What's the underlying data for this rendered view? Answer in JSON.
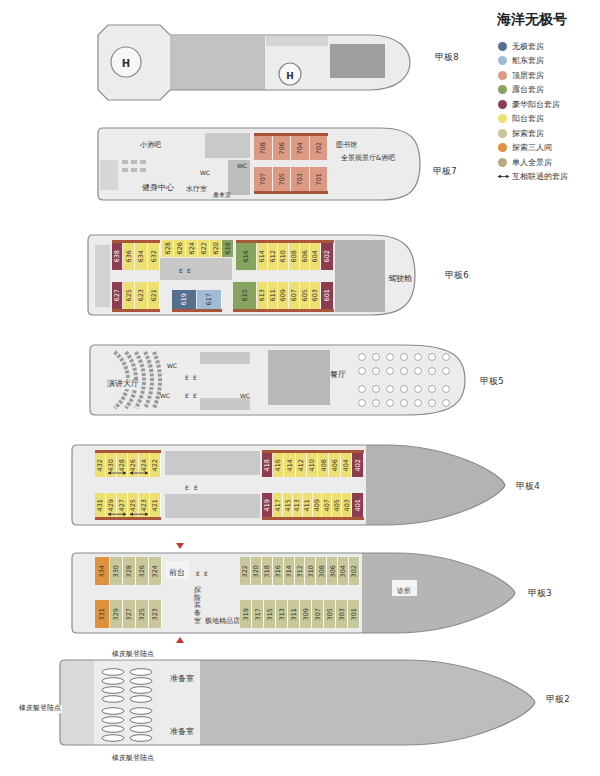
{
  "diagram": {
    "title": "海洋无极号",
    "nodes": [
      {
        "text": [
          "甲板8"
        ]
      },
      {
        "text": [
          "甲板7"
        ]
      },
      {
        "text": [
          "708"
        ],
        "in": 1
      },
      {
        "text": [
          "706"
        ],
        "in": 1
      },
      {
        "text": [
          "704"
        ],
        "in": 1
      },
      {
        "text": [
          "702"
        ],
        "in": 1
      },
      {
        "text": [
          "707"
        ],
        "in": 1
      },
      {
        "text": [
          "705"
        ],
        "in": 1
      },
      {
        "text": [
          "703"
        ],
        "in": 1
      },
      {
        "text": [
          "701"
        ],
        "in": 1
      },
      {
        "text": [
          "甲板6"
        ]
      },
      {
        "text": [
          "638"
        ],
        "in": 10
      },
      {
        "text": [
          "636"
        ],
        "in": 10
      },
      {
        "text": [
          "634"
        ],
        "in": 10
      },
      {
        "text": [
          "632"
        ],
        "in": 10
      },
      {
        "text": [
          "628"
        ],
        "in": 10
      },
      {
        "text": [
          "626"
        ],
        "in": 10
      },
      {
        "text": [
          "624"
        ],
        "in": 10
      },
      {
        "text": [
          "622"
        ],
        "in": 10
      },
      {
        "text": [
          "620"
        ],
        "in": 10
      },
      {
        "text": [
          "618"
        ],
        "in": 10
      },
      {
        "text": [
          "616"
        ],
        "in": 10
      },
      {
        "text": [
          "614"
        ],
        "in": 10
      },
      {
        "text": [
          "612"
        ],
        "in": 10
      },
      {
        "text": [
          "610"
        ],
        "in": 10
      },
      {
        "text": [
          "608"
        ],
        "in": 10
      },
      {
        "text": [
          "606"
        ],
        "in": 10
      },
      {
        "text": [
          "604"
        ],
        "in": 10
      },
      {
        "text": [
          "602"
        ],
        "in": 10
      },
      {
        "text": [
          "627"
        ],
        "in": 10
      },
      {
        "text": [
          "625"
        ],
        "in": 10
      },
      {
        "text": [
          "623"
        ],
        "in": 10
      },
      {
        "text": [
          "621"
        ],
        "in": 10
      },
      {
        "text": [
          "619"
        ],
        "in": 10
      },
      {
        "text": [
          "617"
        ],
        "in": 10
      },
      {
        "text": [
          "615"
        ],
        "in": 10
      },
      {
        "text": [
          "613"
        ],
        "in": 10
      },
      {
        "text": [
          "611"
        ],
        "in": 10
      },
      {
        "text": [
          "609"
        ],
        "in": 10
      },
      {
        "text": [
          "607"
        ],
        "in": 10
      },
      {
        "text": [
          "605"
        ],
        "in": 10
      },
      {
        "text": [
          "603"
        ],
        "in": 10
      },
      {
        "text": [
          "601"
        ],
        "in": 10
      },
      {
        "text": [
          "甲板5"
        ]
      },
      {
        "text": [
          "甲板4"
        ]
      },
      {
        "text": [
          "432"
        ],
        "in": 44
      },
      {
        "text": [
          "430"
        ],
        "in": 44
      },
      {
        "text": [
          "428"
        ],
        "in": 44
      },
      {
        "text": [
          "426"
        ],
        "in": 44
      },
      {
        "text": [
          "424"
        ],
        "in": 44
      },
      {
        "text": [
          "422"
        ],
        "in": 44
      },
      {
        "text": [
          "418"
        ],
        "in": 44
      },
      {
        "text": [
          "416"
        ],
        "in": 44
      },
      {
        "text": [
          "414"
        ],
        "in": 44
      },
      {
        "text": [
          "412"
        ],
        "in": 44
      },
      {
        "text": [
          "410"
        ],
        "in": 44
      },
      {
        "text": [
          "408"
        ],
        "in": 44
      },
      {
        "text": [
          "406"
        ],
        "in": 44
      },
      {
        "text": [
          "404"
        ],
        "in": 44
      },
      {
        "text": [
          "402"
        ],
        "in": 44
      },
      {
        "text": [
          "431"
        ],
        "in": 44
      },
      {
        "text": [
          "429"
        ],
        "in": 44
      },
      {
        "text": [
          "427"
        ],
        "in": 44
      },
      {
        "text": [
          "425"
        ],
        "in": 44
      },
      {
        "text": [
          "423"
        ],
        "in": 44
      },
      {
        "text": [
          "421"
        ],
        "in": 44
      },
      {
        "text": [
          "419"
        ],
        "in": 44
      },
      {
        "text": [
          "417"
        ],
        "in": 44
      },
      {
        "text": [
          "415"
        ],
        "in": 44
      },
      {
        "text": [
          "413"
        ],
        "in": 44
      },
      {
        "text": [
          "411"
        ],
        "in": 44
      },
      {
        "text": [
          "409"
        ],
        "in": 44
      },
      {
        "text": [
          "407"
        ],
        "in": 44
      },
      {
        "text": [
          "405"
        ],
        "in": 44
      },
      {
        "text": [
          "403"
        ],
        "in": 44
      },
      {
        "text": [
          "401"
        ],
        "in": 44
      },
      {
        "text": [
          "甲板3"
        ]
      },
      {
        "text": [
          "334"
        ],
        "in": 76
      },
      {
        "text": [
          "330"
        ],
        "in": 76
      },
      {
        "text": [
          "328"
        ],
        "in": 76
      },
      {
        "text": [
          "326"
        ],
        "in": 76
      },
      {
        "text": [
          "324"
        ],
        "in": 76
      },
      {
        "text": [
          "322"
        ],
        "in": 76
      },
      {
        "text": [
          "320"
        ],
        "in": 76
      },
      {
        "text": [
          "318"
        ],
        "in": 76
      },
      {
        "text": [
          "316"
        ],
        "in": 76
      },
      {
        "text": [
          "314"
        ],
        "in": 76
      },
      {
        "text": [
          "312"
        ],
        "in": 76
      },
      {
        "text": [
          "310"
        ],
        "in": 76
      },
      {
        "text": [
          "308"
        ],
        "in": 76
      },
      {
        "text": [
          "306"
        ],
        "in": 76
      },
      {
        "text": [
          "304"
        ],
        "in": 76
      },
      {
        "text": [
          "302"
        ],
        "in": 76
      },
      {
        "text": [
          "331"
        ],
        "in": 76
      },
      {
        "text": [
          "329"
        ],
        "in": 76
      },
      {
        "text": [
          "327"
        ],
        "in": 76
      },
      {
        "text": [
          "325"
        ],
        "in": 76
      },
      {
        "text": [
          "323"
        ],
        "in": 76
      },
      {
        "text": [
          "319"
        ],
        "in": 76
      },
      {
        "text": [
          "317"
        ],
        "in": 76
      },
      {
        "text": [
          "315"
        ],
        "in": 76
      },
      {
        "text": [
          "313"
        ],
        "in": 76
      },
      {
        "text": [
          "311"
        ],
        "in": 76
      },
      {
        "text": [
          "309"
        ],
        "in": 76
      },
      {
        "text": [
          "307"
        ],
        "in": 76
      },
      {
        "text": [
          "305"
        ],
        "in": 76
      },
      {
        "text": [
          "303"
        ],
        "in": 76
      },
      {
        "text": [
          "301"
        ],
        "in": 76
      },
      {
        "text": [
          "甲板2"
        ]
      }
    ],
    "edges": [
      {
        "from": 46,
        "to": 47,
        "arrow": "both"
      },
      {
        "from": 48,
        "to": 49,
        "arrow": "both"
      },
      {
        "from": 61,
        "to": 62,
        "arrow": "both"
      },
      {
        "from": 63,
        "to": 64,
        "arrow": "both"
      }
    ],
    "labels": [
      "H",
      "H",
      "小酒吧",
      "图书馆",
      "全景观景厅&酒吧",
      "WC",
      "WC",
      "健身中心",
      "水疗室",
      "桑拿室",
      "驾驶舱",
      "WC",
      "E",
      "E",
      "WC",
      "WC",
      "E",
      "E",
      "演讲大厅",
      "餐厅",
      "E",
      "E",
      "E",
      "E",
      "E",
      "E",
      "前台",
      "探险装备室",
      "极地精品店",
      "诊所",
      "准备室",
      "准备室",
      "橡皮艇登陆点",
      "橡皮艇登陆点",
      "橡皮艇登陆点"
    ],
    "legend": [
      {
        "text": "无极套房",
        "color": "#55708f"
      },
      {
        "text": "船东套房",
        "color": "#9fbbd6"
      },
      {
        "text": "顶层套房",
        "color": "#dc9a84"
      },
      {
        "text": "露台套房",
        "color": "#86a35f"
      },
      {
        "text": "豪华阳台套房",
        "color": "#8e3c50"
      },
      {
        "text": "阳台套房",
        "color": "#eedf72"
      },
      {
        "text": "探索套房",
        "color": "#c9c89b"
      },
      {
        "text": "探索三人间",
        "color": "#e0913d"
      },
      {
        "text": "单人全景房",
        "color": "#b9a985"
      },
      {
        "text": "互相联通的套房"
      }
    ]
  }
}
